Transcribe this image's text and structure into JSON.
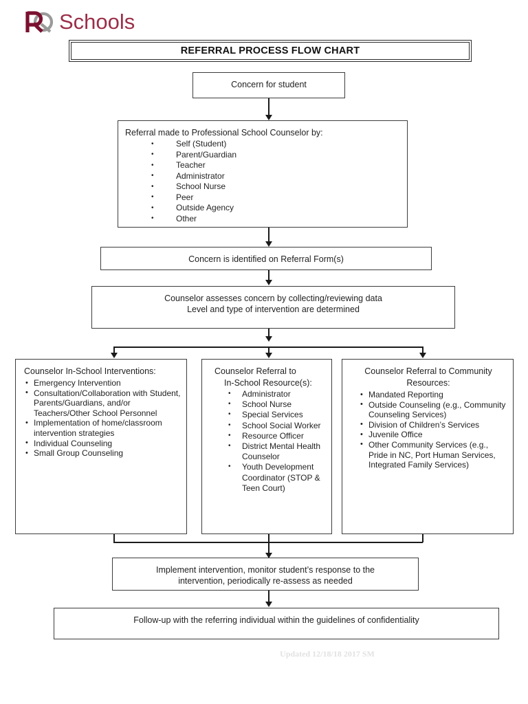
{
  "brand": {
    "mark_letters": "PQ",
    "word": "Schools",
    "mark_color": "#7a1030",
    "mark_secondary_color": "#9a9a9a",
    "word_color": "#9b2f48"
  },
  "title": "REFERRAL PROCESS FLOW CHART",
  "nodes": {
    "concern": "Concern for student",
    "referral_by": {
      "header": "Referral made to Professional School Counselor by:",
      "items": [
        "Self (Student)",
        "Parent/Guardian",
        "Teacher",
        "Administrator",
        "School Nurse",
        "Peer",
        "Outside Agency",
        "Other"
      ]
    },
    "identified": "Concern is identified on Referral Form(s)",
    "assess": {
      "line1": "Counselor assesses concern by collecting/reviewing data",
      "line2": "Level and type of intervention are determined"
    },
    "in_school_interventions": {
      "header": "Counselor In-School Interventions:",
      "items": [
        "Emergency Intervention",
        "Consultation/Collaboration with Student, Parents/Guardians, and/or Teachers/Other School Personnel",
        "Implementation of home/classroom intervention strategies",
        "Individual Counseling",
        "Small Group Counseling"
      ]
    },
    "in_school_resources": {
      "header_line1": "Counselor Referral to",
      "header_line2": "In-School Resource(s):",
      "items": [
        "Administrator",
        "School Nurse",
        "Special Services",
        "School Social Worker",
        "Resource Officer",
        "District Mental Health Counselor",
        "Youth Development Coordinator (STOP & Teen Court)"
      ]
    },
    "community_resources": {
      "header_line1": "Counselor Referral to Community",
      "header_line2": "Resources:",
      "items": [
        "Mandated Reporting",
        "Outside Counseling (e.g., Community Counseling Services)",
        "Division of Children’s Services",
        "Juvenile Office",
        "Other Community Services (e.g., Pride in NC, Port Human Services, Integrated Family Services)"
      ]
    },
    "implement": {
      "line1": "Implement intervention, monitor student’s response to the",
      "line2": "intervention, periodically re-assess as needed"
    },
    "follow_up": "Follow-up with the referring individual within the guidelines of confidentiality"
  },
  "footer": "Updated 12/18/18 2017 SM"
}
